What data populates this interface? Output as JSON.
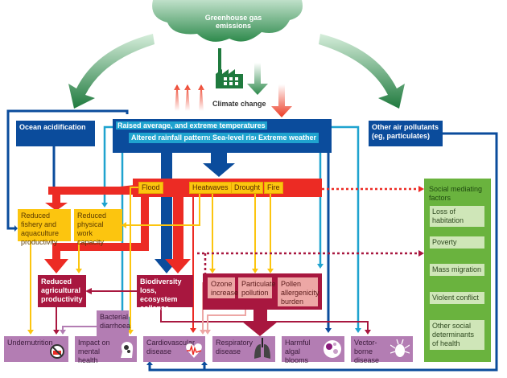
{
  "top": {
    "emissions": "Greenhouse gas emissions",
    "climate_change": "Climate change"
  },
  "drivers": {
    "ocean_acidification": "Ocean acidification",
    "temperatures": "Raised average, and extreme temperatures",
    "rainfall": "Altered rainfall patterns",
    "sea_level": "Sea-level rise",
    "extreme_weather": "Extreme weather",
    "air_pollutants": "Other air pollutants (eg, particulates)"
  },
  "events": [
    "Flood",
    "Heatwaves",
    "Drought",
    "Fire"
  ],
  "intermediate": {
    "fishery": "Reduced fishery and aquaculture productivity",
    "work": "Reduced physical work capacity",
    "agri": "Reduced agricultural productivity",
    "biodiversity": "Biodiversity loss, ecosystem collapse, pests",
    "ozone": "Ozone increase",
    "particulate": "Particulate pollution",
    "pollen": "Pollen allergenicity burden",
    "diarrhoea": "Bacterial diarrhoea"
  },
  "outcomes": [
    {
      "label": "Undernutrition",
      "icon": "no-food-icon"
    },
    {
      "label": "Impact on mental health",
      "icon": "head-gears-icon"
    },
    {
      "label": "Cardiovascular disease",
      "icon": "heart-icon"
    },
    {
      "label": "Respiratory disease",
      "icon": "lungs-icon"
    },
    {
      "label": "Harmful algal blooms",
      "icon": "algae-icon"
    },
    {
      "label": "Vector-borne disease",
      "icon": "tick-icon"
    }
  ],
  "social": {
    "title": "Social mediating factors",
    "items": [
      "Loss of habitation",
      "Poverty",
      "Mass migration",
      "Violent conflict",
      "Other social determinants of health"
    ]
  },
  "colors": {
    "dark_blue": "#0b4c9c",
    "light_blue": "#1fa3cf",
    "red": "#ec2b24",
    "yellow": "#fcc50f",
    "crimson": "#a8173f",
    "mauve": "#b37db3",
    "green": "#6ab33e",
    "emissions_green": "#2e8a4c"
  }
}
